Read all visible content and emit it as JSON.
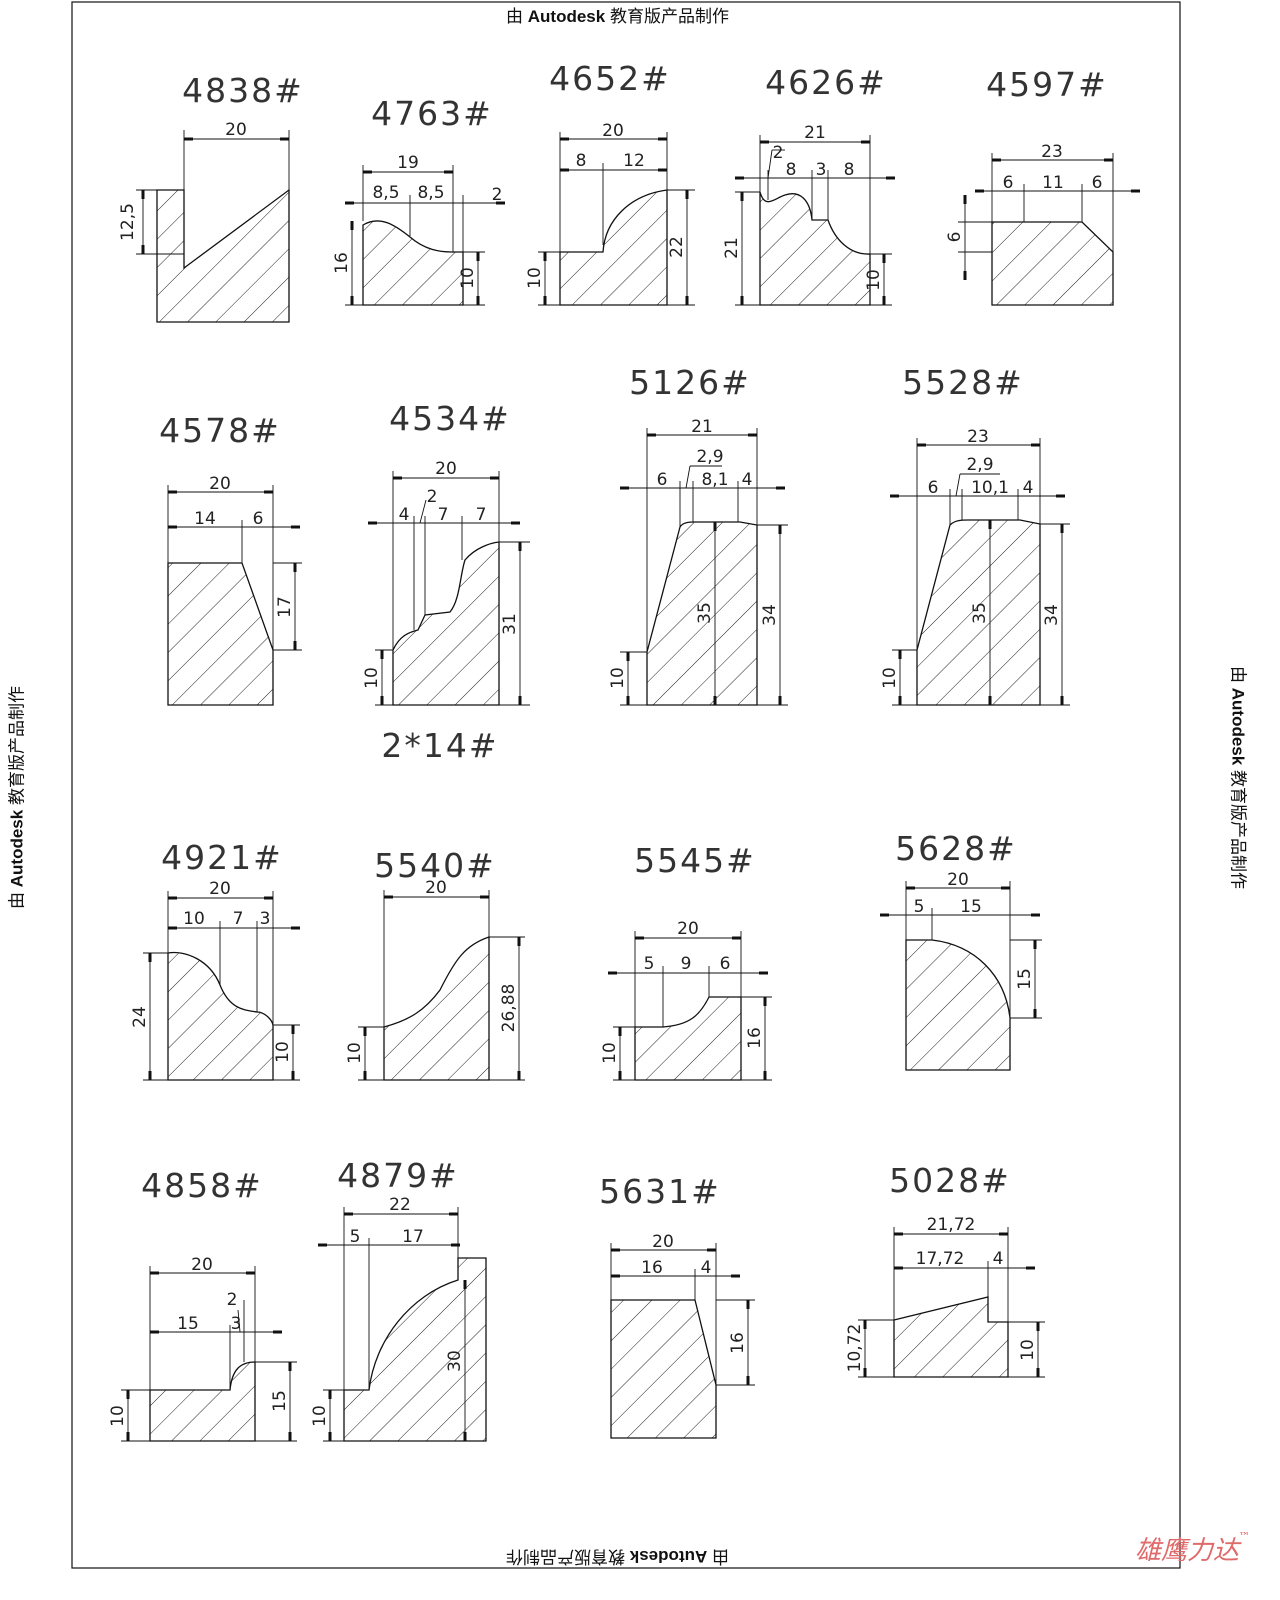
{
  "watermark": {
    "prefix": "由 ",
    "brand": "Autodesk",
    "suffix": " 教育版产品制作"
  },
  "logo": {
    "text": "雄鹰力达",
    "tm": "™"
  },
  "colors": {
    "line": "#111111",
    "logo": "#e06a6a"
  },
  "subtitle": "2*14#",
  "profiles": [
    {
      "title": "4838#",
      "dims": [
        "20",
        "12,5"
      ]
    },
    {
      "title": "4763#",
      "dims": [
        "19",
        "8,5",
        "8,5",
        "2",
        "16",
        "10"
      ]
    },
    {
      "title": "4652#",
      "dims": [
        "20",
        "8",
        "12",
        "10",
        "22"
      ]
    },
    {
      "title": "4626#",
      "dims": [
        "21",
        "2",
        "8",
        "3",
        "8",
        "21",
        "10"
      ]
    },
    {
      "title": "4597#",
      "dims": [
        "23",
        "6",
        "11",
        "6",
        "6"
      ]
    },
    {
      "title": "4578#",
      "dims": [
        "20",
        "14",
        "6",
        "17"
      ]
    },
    {
      "title": "4534#",
      "dims": [
        "20",
        "4",
        "2",
        "7",
        "7",
        "31",
        "10"
      ]
    },
    {
      "title": "5126#",
      "dims": [
        "21",
        "2,9",
        "6",
        "8,1",
        "4",
        "35",
        "34",
        "10"
      ]
    },
    {
      "title": "5528#",
      "dims": [
        "23",
        "2,9",
        "6",
        "10,1",
        "4",
        "35",
        "34",
        "10"
      ]
    },
    {
      "title": "4921#",
      "dims": [
        "20",
        "10",
        "7",
        "3",
        "24",
        "10"
      ]
    },
    {
      "title": "5540#",
      "dims": [
        "20",
        "26,88",
        "10"
      ]
    },
    {
      "title": "5545#",
      "dims": [
        "20",
        "5",
        "9",
        "6",
        "16",
        "10"
      ]
    },
    {
      "title": "5628#",
      "dims": [
        "20",
        "5",
        "15",
        "15"
      ]
    },
    {
      "title": "4858#",
      "dims": [
        "20",
        "15",
        "2",
        "3",
        "15",
        "10"
      ]
    },
    {
      "title": "4879#",
      "dims": [
        "22",
        "5",
        "17",
        "30",
        "10"
      ]
    },
    {
      "title": "5631#",
      "dims": [
        "20",
        "16",
        "4",
        "16"
      ]
    },
    {
      "title": "5028#",
      "dims": [
        "21,72",
        "17,72",
        "4",
        "10,72",
        "10"
      ]
    }
  ]
}
